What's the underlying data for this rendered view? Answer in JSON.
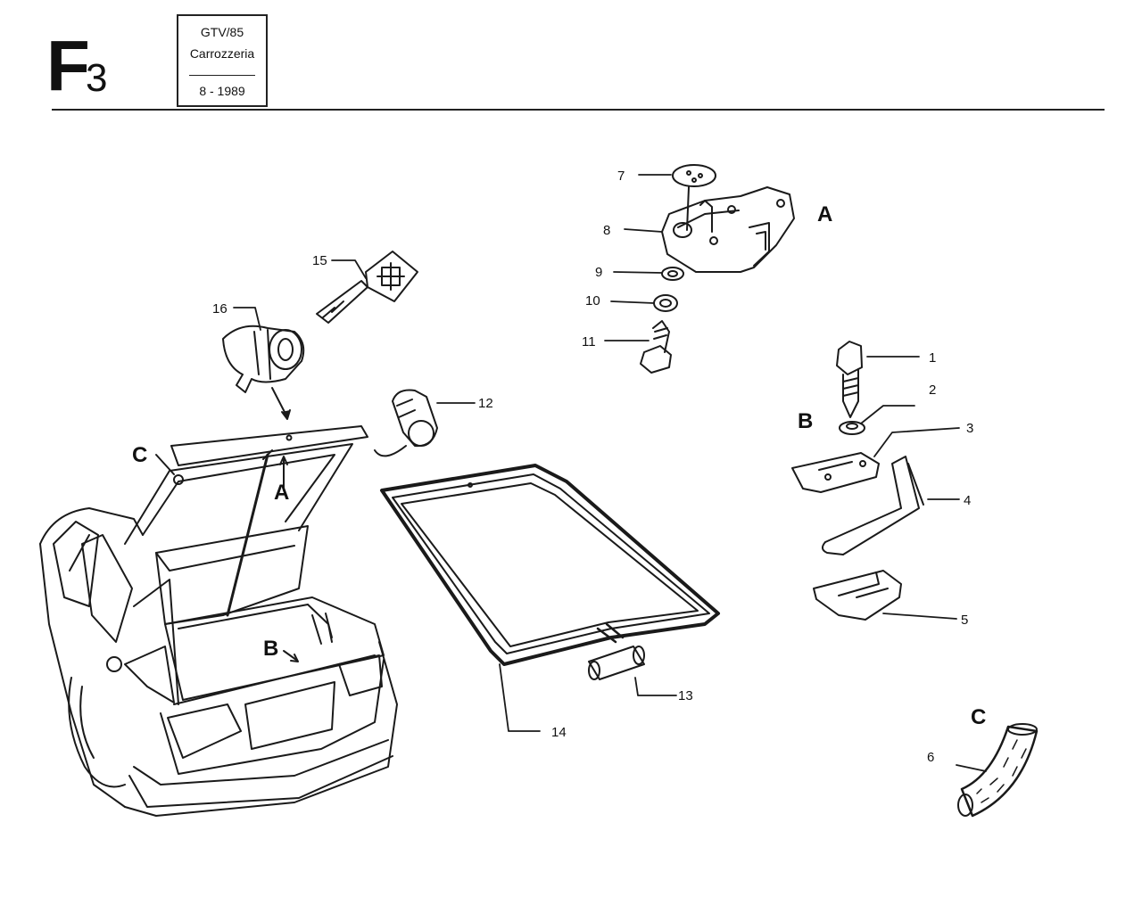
{
  "header": {
    "code": "F",
    "code_sub": "3",
    "model": "GTV/85",
    "section": "Carrozzeria",
    "date": "8 - 1989"
  },
  "groups": {
    "a": "A",
    "b": "B",
    "c": "C"
  },
  "callouts": {
    "n1": "1",
    "n2": "2",
    "n3": "3",
    "n4": "4",
    "n5": "5",
    "n6": "6",
    "n7": "7",
    "n8": "8",
    "n9": "9",
    "n10": "10",
    "n11": "11",
    "n12": "12",
    "n13": "13",
    "n14": "14",
    "n15": "15",
    "n16": "16"
  },
  "car_labels": {
    "a": "A",
    "b": "B",
    "c": "C"
  }
}
